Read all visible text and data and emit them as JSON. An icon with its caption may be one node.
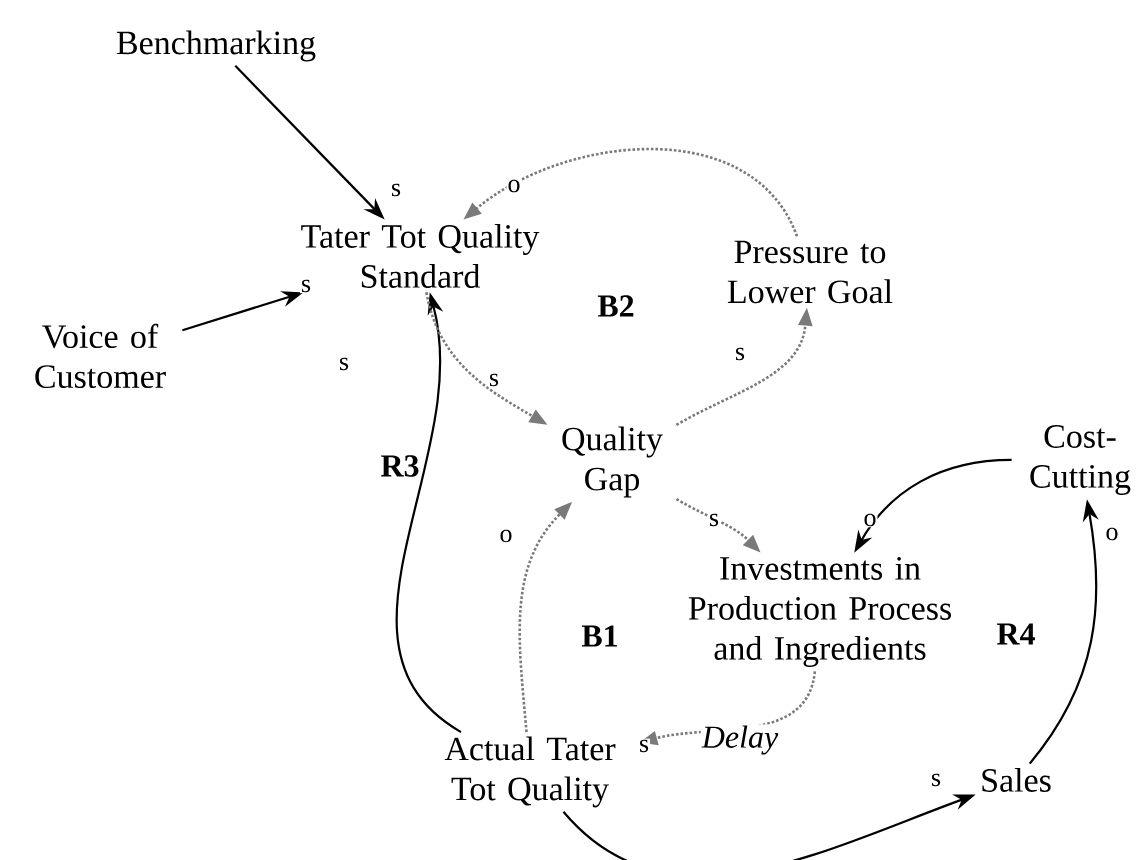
{
  "diagram": {
    "nodes": [
      {
        "text": [
          "Benchmarking"
        ]
      },
      {
        "text": [
          "Voice of Customer"
        ]
      },
      {
        "text": [
          "Tater Tot Quality Standard"
        ]
      },
      {
        "text": [
          "Pressure to Lower Goal"
        ]
      },
      {
        "text": [
          "Quality Gap"
        ]
      },
      {
        "text": [
          "Investments in Production Process and Ingredients"
        ]
      },
      {
        "text": [
          "Cost-Cutting"
        ]
      },
      {
        "text": [
          "Actual Tater Tot Quality"
        ]
      },
      {
        "text": [
          "Sales"
        ]
      }
    ],
    "edges": [
      {
        "from": 0,
        "to": 2,
        "arrow": "to",
        "label": "s"
      },
      {
        "from": 1,
        "to": 2,
        "arrow": "to",
        "label": "s"
      },
      {
        "from": 7,
        "to": 2,
        "arrow": "to",
        "label": "s"
      },
      {
        "from": 2,
        "to": 4,
        "arrow": "to",
        "label": "s",
        "style": "dashed",
        "color": "#7a7a7a"
      },
      {
        "from": 4,
        "to": 3,
        "arrow": "to",
        "label": "s",
        "style": "dashed",
        "color": "#7a7a7a"
      },
      {
        "from": 3,
        "to": 2,
        "arrow": "to",
        "label": "o",
        "style": "dashed",
        "color": "#7a7a7a"
      },
      {
        "from": 4,
        "to": 5,
        "arrow": "to",
        "label": "s",
        "style": "dashed",
        "color": "#7a7a7a"
      },
      {
        "from": 5,
        "to": 7,
        "arrow": "to",
        "label": "s",
        "style": "dashed",
        "color": "#7a7a7a"
      },
      {
        "from": 7,
        "to": 4,
        "arrow": "to",
        "label": "o",
        "style": "dashed",
        "color": "#7a7a7a"
      },
      {
        "from": 6,
        "to": 5,
        "arrow": "to",
        "label": "o"
      },
      {
        "from": 8,
        "to": 6,
        "arrow": "to",
        "label": "o"
      },
      {
        "from": 7,
        "to": 8,
        "arrow": "to",
        "label": "s"
      }
    ],
    "labels": [
      "B2",
      "R3",
      "B1",
      "R4",
      "Delay"
    ]
  }
}
